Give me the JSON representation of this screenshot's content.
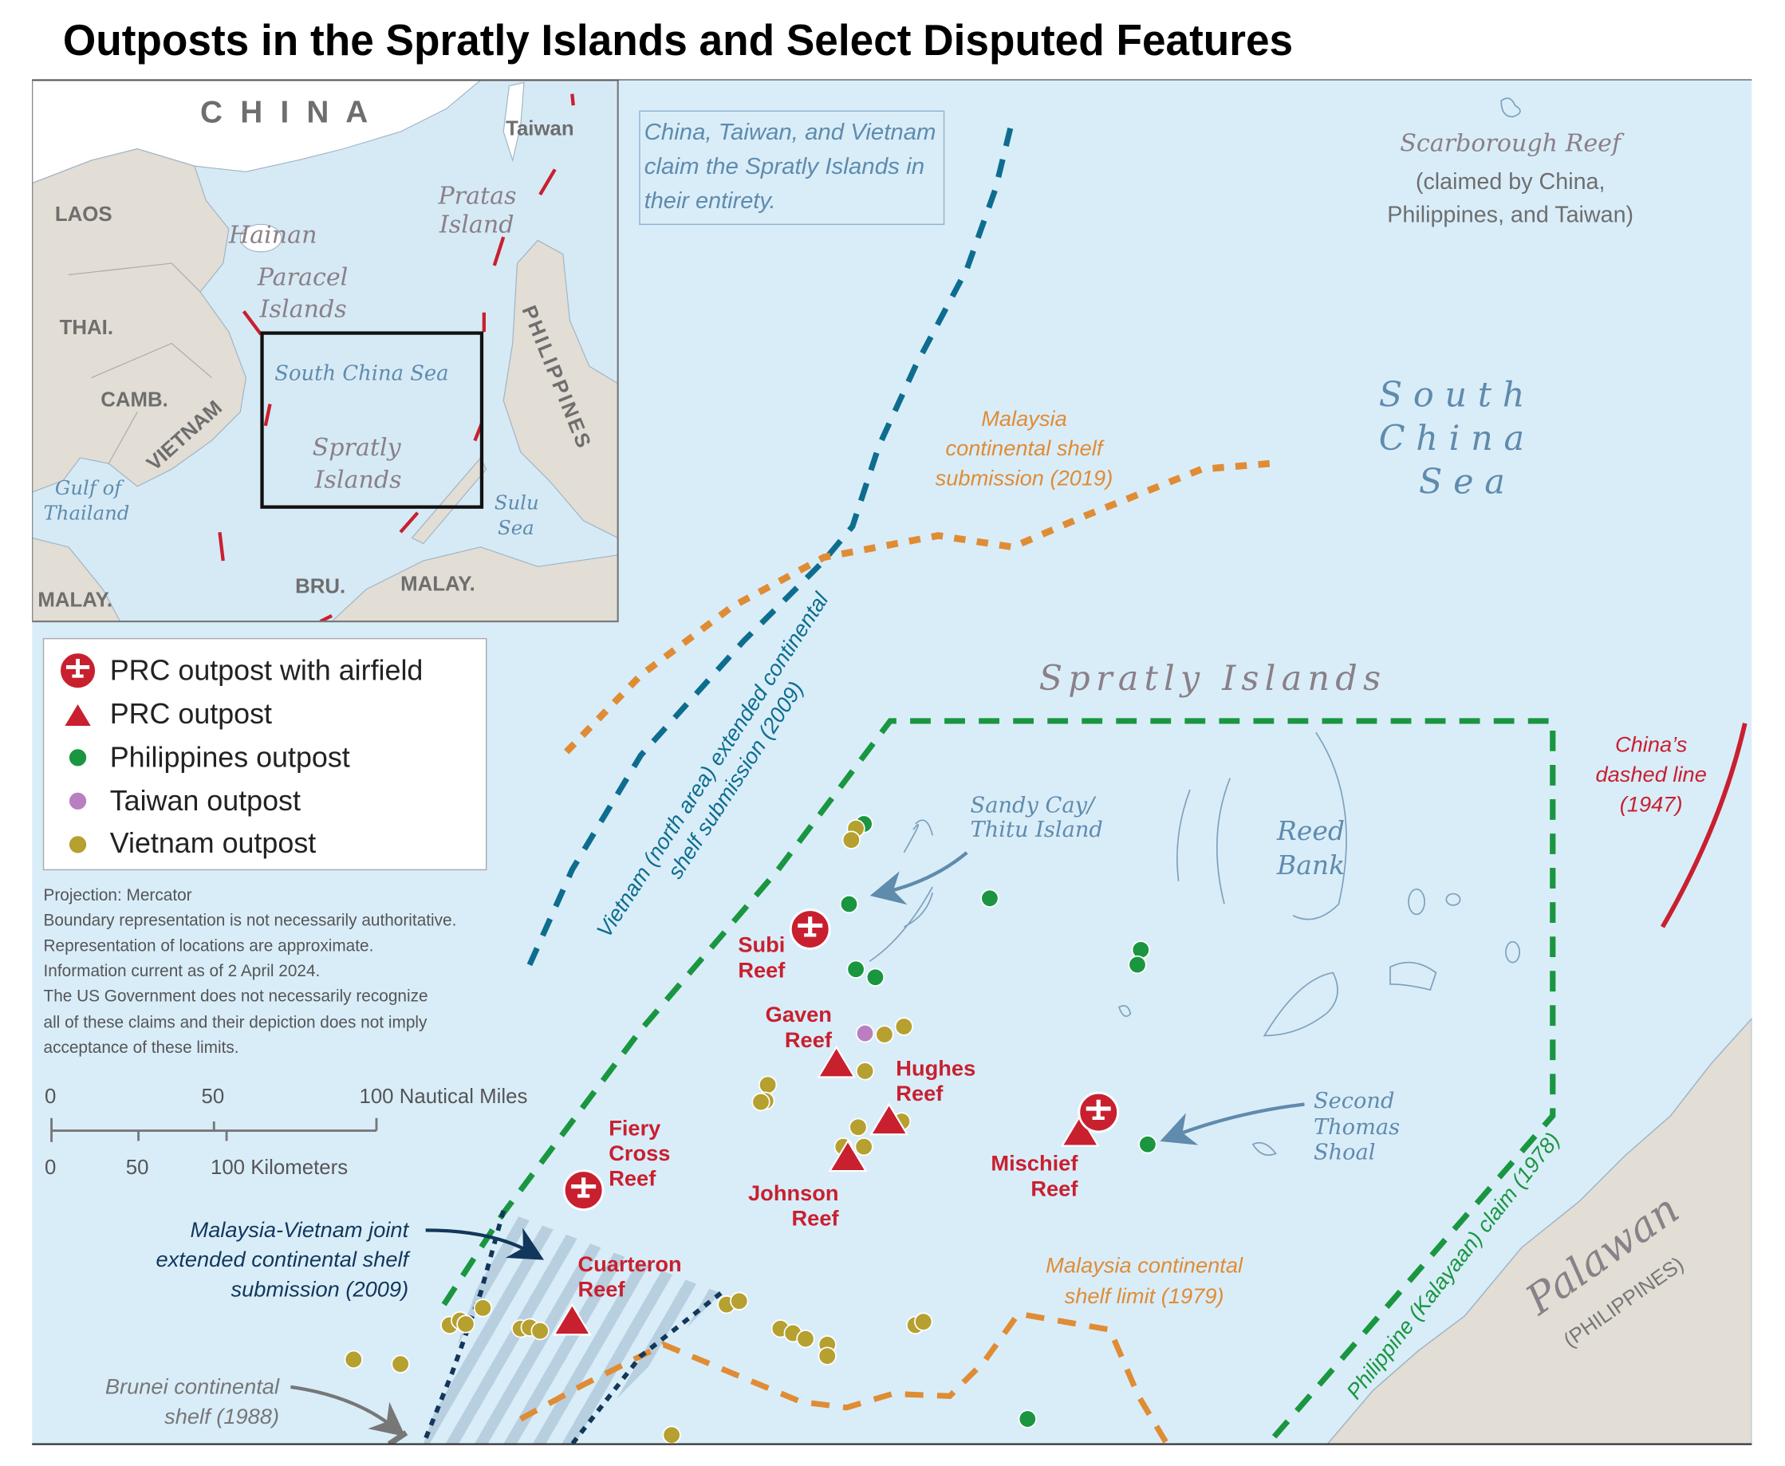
{
  "title": "Outposts in the Spratly Islands and Select Disputed Features",
  "colors": {
    "ocean": "#d9edf9",
    "land": "#e2ddd5",
    "prc_red": "#c8202f",
    "philippines_green": "#1a9640",
    "taiwan_purple": "#b97fc0",
    "vietnam_olive": "#b5a030",
    "malaysia_orange": "#e08c34",
    "vietnam_claim_blue": "#0e6d8e",
    "joint_navy": "#12375a"
  },
  "inset": {
    "china": "C H I N A",
    "taiwan": "Taiwan",
    "laos": "LAOS",
    "thai": "THAI.",
    "camb": "CAMB.",
    "vietnam": "VIETNAM",
    "philippines": "PHILIPPINES",
    "gulf_of_thailand": [
      "Gulf of",
      "Thailand"
    ],
    "hainan": "Hainan",
    "paracel_islands": [
      "Paracel",
      "Islands"
    ],
    "pratas_island": [
      "Pratas",
      "Island"
    ],
    "south_china_sea": "South China Sea",
    "spratly_islands": [
      "Spratly",
      "Islands"
    ],
    "sulu_sea": [
      "Sulu",
      "Sea"
    ],
    "bru": "BRU.",
    "malay_borneo": "MALAY.",
    "malay_peninsula": "MALAY."
  },
  "claim_note": [
    "China, Taiwan, and Vietnam",
    "claim the Spratly Islands in",
    "their entirety."
  ],
  "legend": {
    "items": [
      {
        "label": "PRC outpost with airfield",
        "icon": "airfield-icon"
      },
      {
        "label": "PRC outpost",
        "icon": "triangle-icon"
      },
      {
        "label": "Philippines outpost",
        "icon": "green-dot-icon"
      },
      {
        "label": "Taiwan outpost",
        "icon": "purple-dot-icon"
      },
      {
        "label": "Vietnam outpost",
        "icon": "olive-dot-icon"
      }
    ]
  },
  "notes": [
    "Projection: Mercator",
    "Boundary representation is not necessarily authoritative.",
    "Representation of locations are approximate.",
    "Information current as of 2 April 2024.",
    "The US Government does not necessarily recognize",
    "all of these claims and their depiction does not imply",
    "acceptance of these limits."
  ],
  "scale": {
    "nm_ticks": [
      "0",
      "50",
      "100 Nautical Miles"
    ],
    "km_ticks": [
      "0",
      "50",
      "100 Kilometers"
    ]
  },
  "map_labels": {
    "scarborough": [
      "Scarborough Reef",
      "(claimed by China,",
      "Philippines, and Taiwan)"
    ],
    "south_china_sea": [
      "S o u t h",
      "C h i n a",
      "S e a"
    ],
    "malaysia_2019": [
      "Malaysia",
      "continental shelf",
      "submission (2019)"
    ],
    "vietnam_2009": [
      "Vietnam (north area) extended continental",
      "shelf submission (2009)"
    ],
    "spratly_islands": "Spratly Islands",
    "chinas_dashed_line": [
      "China’s",
      "dashed line",
      "(1947)"
    ],
    "sandy_cay": [
      "Sandy Cay/",
      "Thitu Island"
    ],
    "reed_bank": [
      "Reed",
      "Bank"
    ],
    "second_thomas": [
      "Second",
      "Thomas",
      "Shoal"
    ],
    "kalayaan": "Philippine (Kalayaan) claim (1978)",
    "malaysia_1979": [
      "Malaysia continental",
      "shelf limit (1979)"
    ],
    "palawan": "Palawan",
    "palawan_country": "(PHILIPPINES)",
    "joint_submission": [
      "Malaysia-Vietnam joint",
      "extended continental shelf",
      "submission (2009)"
    ],
    "brunei_shelf": [
      "Brunei continental",
      "shelf (1988)"
    ]
  },
  "reefs": {
    "subi": [
      "Subi",
      "Reef"
    ],
    "gaven": [
      "Gaven",
      "Reef"
    ],
    "hughes": [
      "Hughes",
      "Reef"
    ],
    "fiery_cross": [
      "Fiery",
      "Cross",
      "Reef"
    ],
    "johnson": [
      "Johnson",
      "Reef"
    ],
    "mischief": [
      "Mischief",
      "Reef"
    ],
    "cuarteron": [
      "Cuarteron",
      "Reef"
    ]
  }
}
